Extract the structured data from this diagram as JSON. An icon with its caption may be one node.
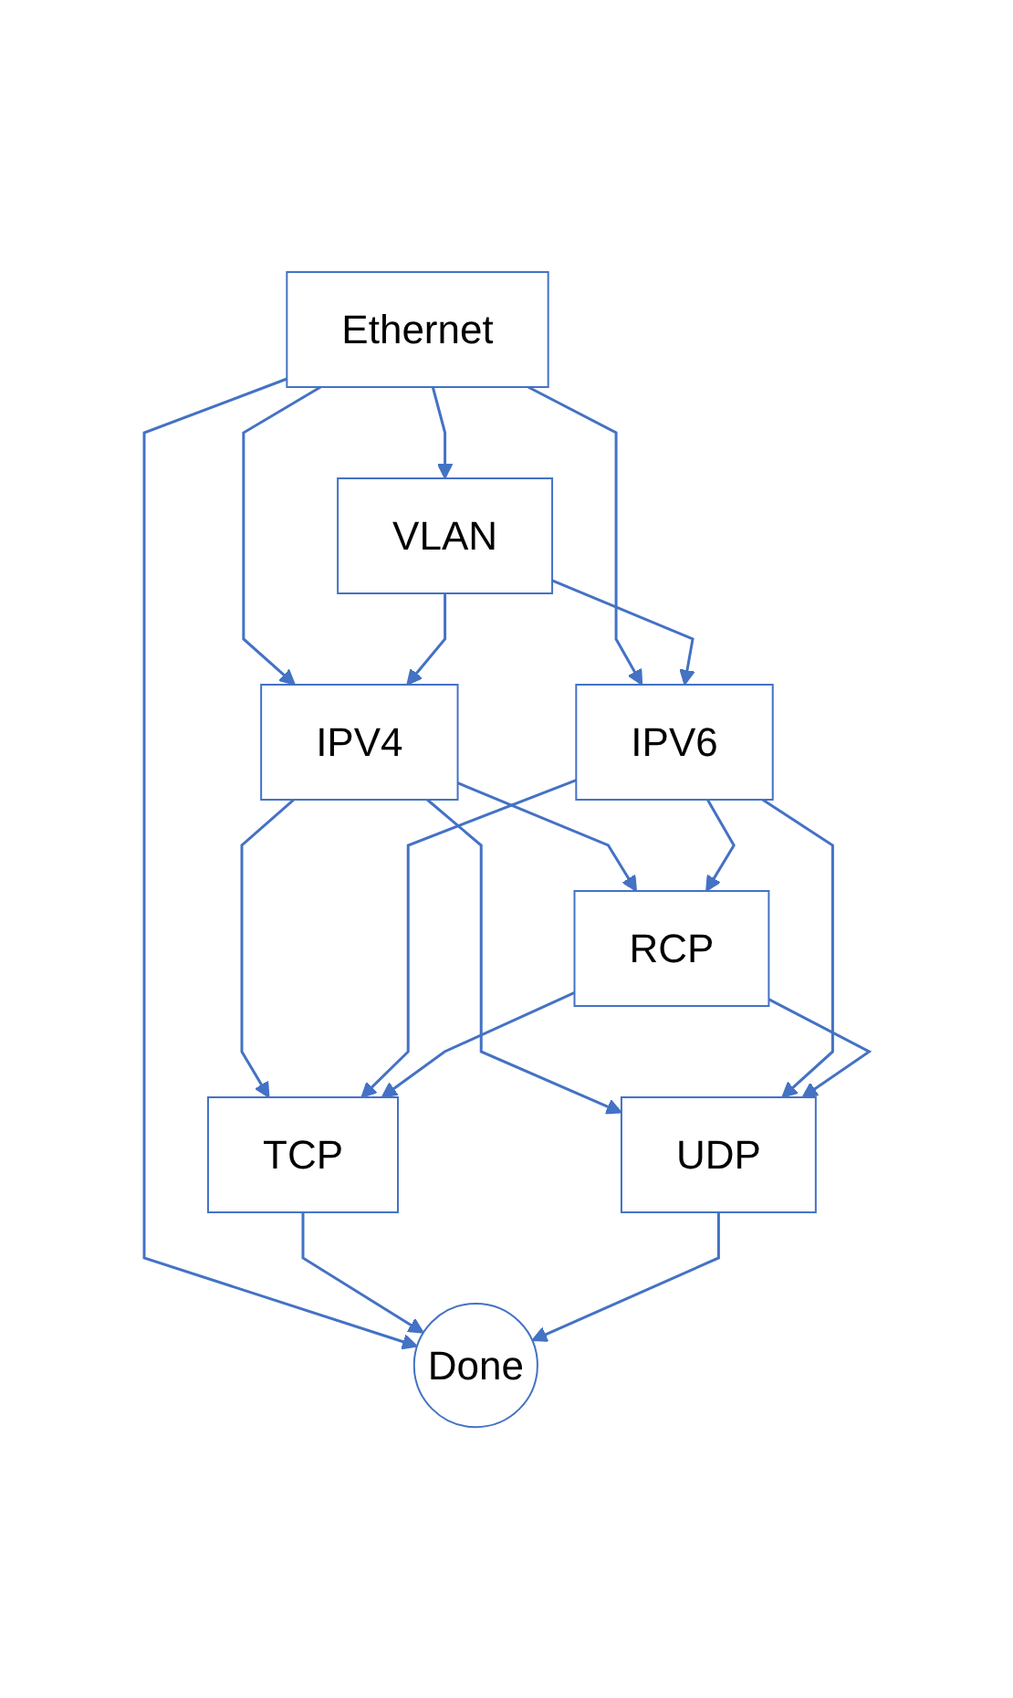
{
  "diagram": {
    "nodes": [
      {
        "text": [
          "Ethernet"
        ]
      },
      {
        "text": [
          "VLAN"
        ]
      },
      {
        "text": [
          "IPV4"
        ]
      },
      {
        "text": [
          "IPV6"
        ]
      },
      {
        "text": [
          "RCP"
        ]
      },
      {
        "text": [
          "TCP"
        ]
      },
      {
        "text": [
          "UDP"
        ]
      },
      {
        "text": [
          "Done"
        ]
      }
    ],
    "edges": [
      {
        "from": 0,
        "to": 1,
        "arrow": "to"
      },
      {
        "from": 0,
        "to": 2,
        "arrow": "to"
      },
      {
        "from": 0,
        "to": 7,
        "arrow": "to"
      },
      {
        "from": 0,
        "to": 3,
        "arrow": "to"
      },
      {
        "from": 1,
        "to": 2,
        "arrow": "to"
      },
      {
        "from": 1,
        "to": 3,
        "arrow": "to"
      },
      {
        "from": 2,
        "to": 4,
        "arrow": "to"
      },
      {
        "from": 2,
        "to": 5,
        "arrow": "to"
      },
      {
        "from": 2,
        "to": 6,
        "arrow": "to"
      },
      {
        "from": 3,
        "to": 4,
        "arrow": "to"
      },
      {
        "from": 3,
        "to": 5,
        "arrow": "to"
      },
      {
        "from": 3,
        "to": 6,
        "arrow": "to"
      },
      {
        "from": 4,
        "to": 5,
        "arrow": "to"
      },
      {
        "from": 4,
        "to": 6,
        "arrow": "to"
      },
      {
        "from": 5,
        "to": 7,
        "arrow": "to"
      },
      {
        "from": 6,
        "to": 7,
        "arrow": "to"
      }
    ]
  }
}
